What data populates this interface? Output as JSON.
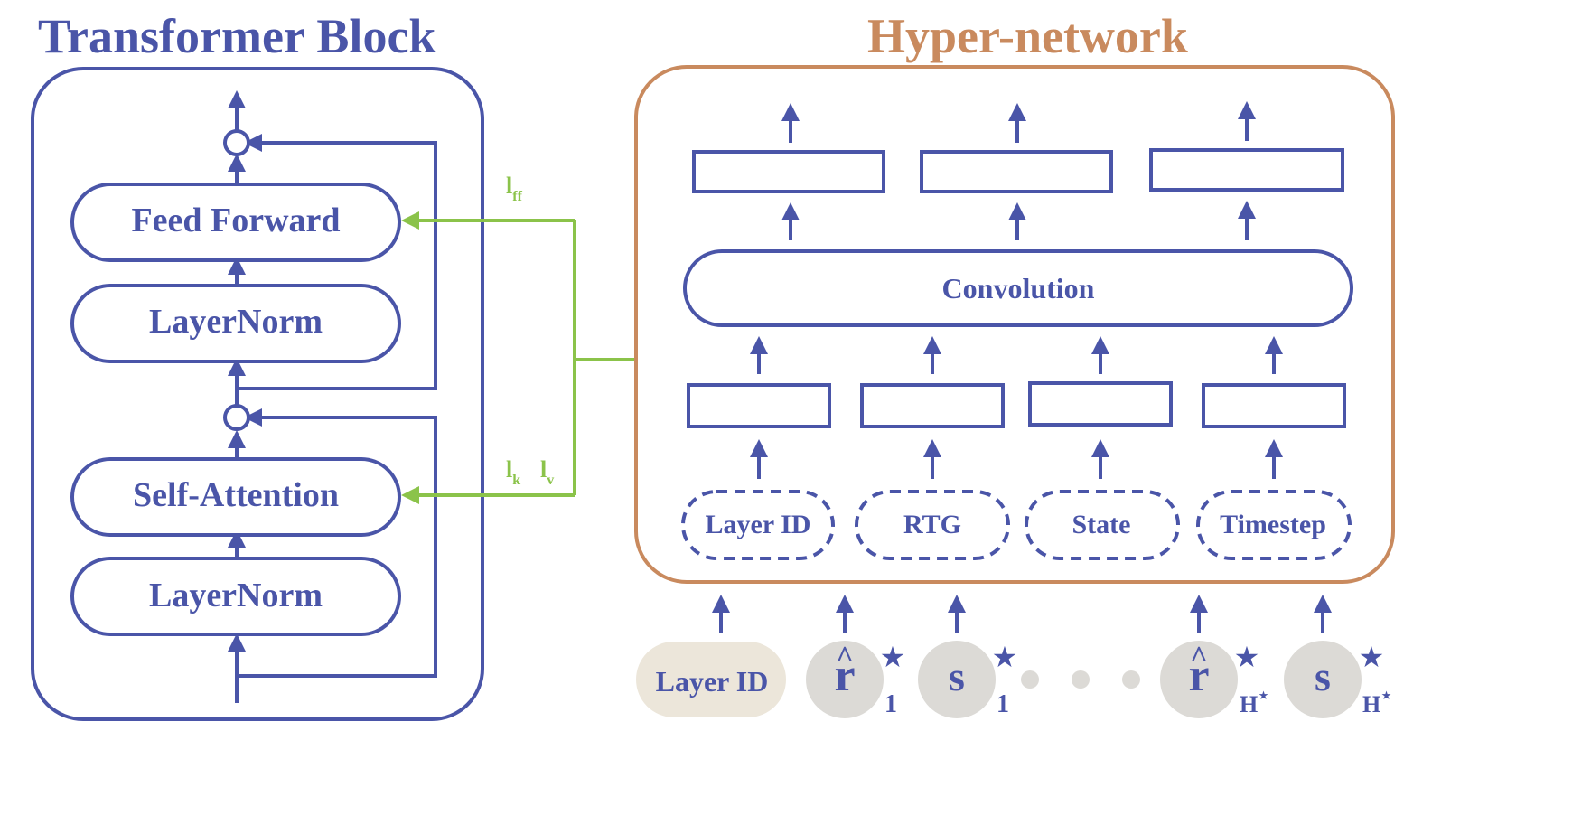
{
  "colors": {
    "blue": "#4a55a8",
    "orange": "#c98a5e",
    "green": "#8bc34a",
    "token_bg": "#dcdad6",
    "layer_id_bg": "#ece6da"
  },
  "transformer": {
    "title": "Transformer Block",
    "feed_forward": "Feed Forward",
    "layernorm_top": "LayerNorm",
    "self_attention": "Self-Attention",
    "layernorm_bottom": "LayerNorm"
  },
  "connections": {
    "l_ff": "l",
    "l_ff_sub": "ff",
    "l_k": "l",
    "l_k_sub": "k",
    "l_v": "l",
    "l_v_sub": "v"
  },
  "hyper": {
    "title": "Hyper-network",
    "convolution": "Convolution",
    "inputs": [
      "Layer ID",
      "RTG",
      "State",
      "Timestep"
    ]
  },
  "tokens": {
    "layer_id": "Layer ID",
    "r_symbol": "r",
    "r_hat": "^",
    "s_symbol": "s",
    "star": "★",
    "sub_1": "1",
    "sub_h": "H",
    "sub_h_star": "⋆",
    "ellipsis": ". . ."
  }
}
